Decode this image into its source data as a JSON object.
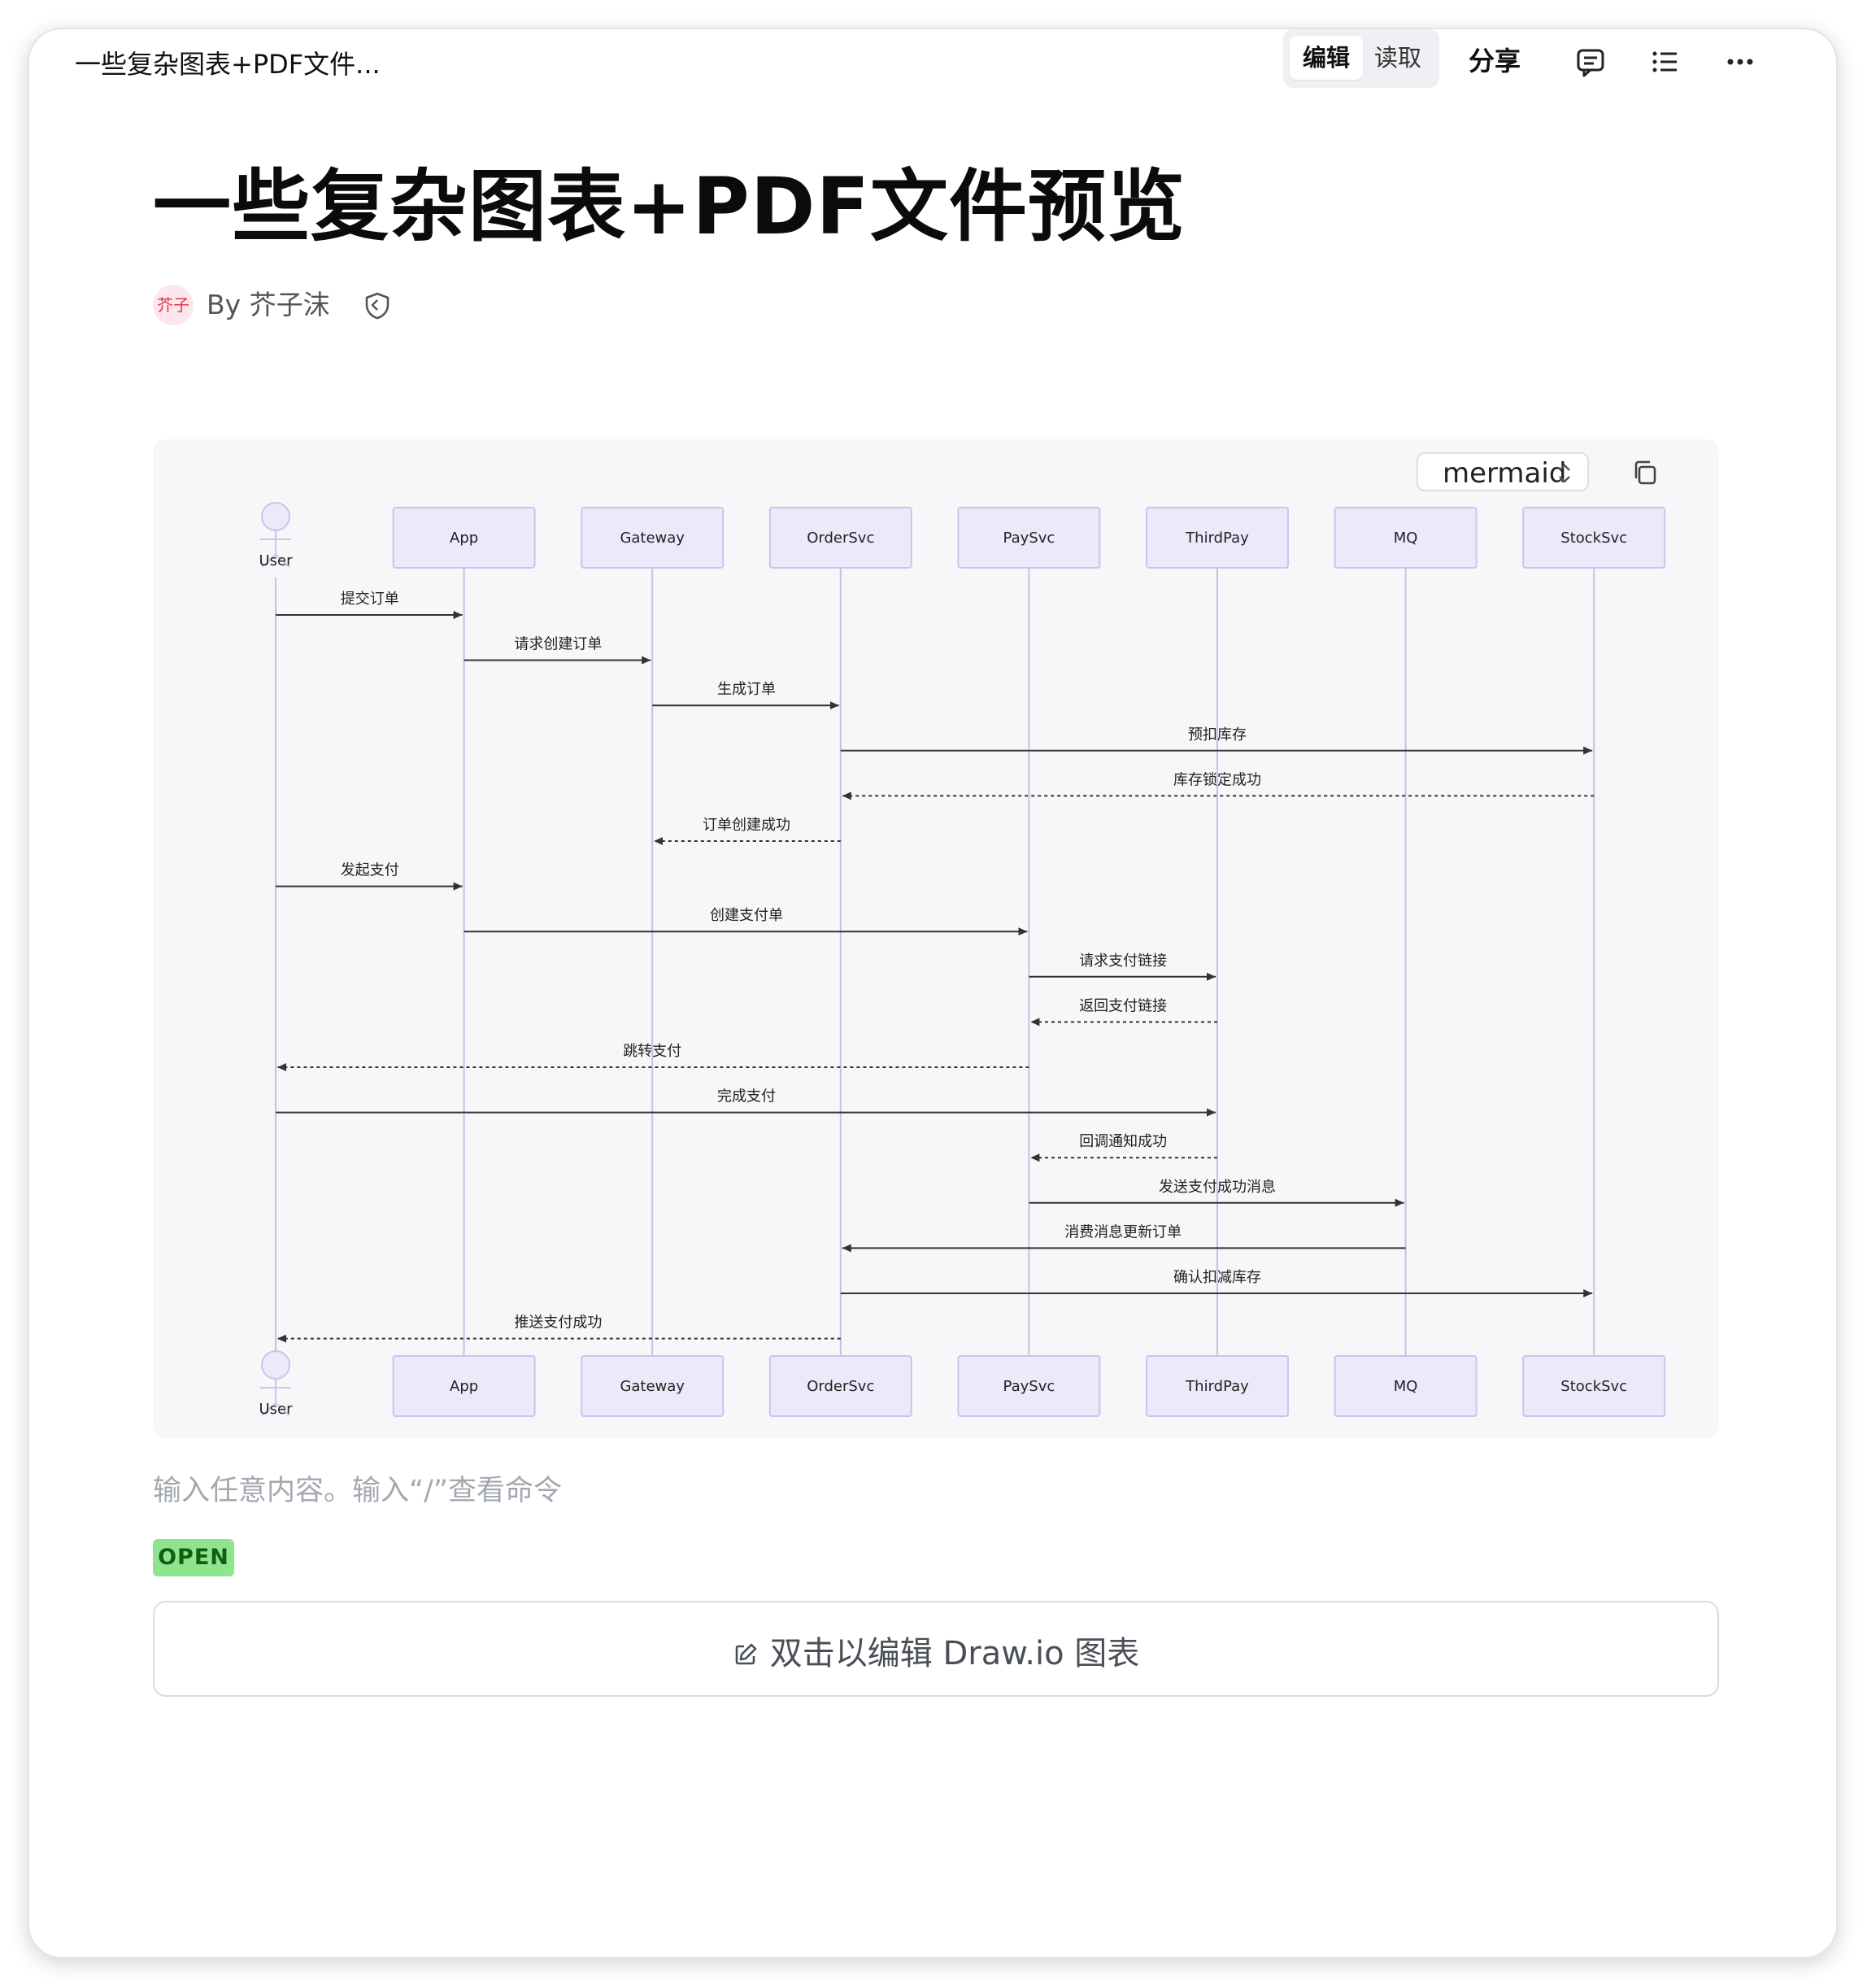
{
  "window": {
    "title": "一些复杂图表+PDF文件..."
  },
  "toolbar": {
    "edit_label": "编辑",
    "read_label": "读取",
    "share_label": "分享",
    "icons": [
      "comment-icon",
      "outline-list-icon",
      "more-icon"
    ]
  },
  "document": {
    "title": "一些复杂图表+PDF文件预览",
    "avatar_text": "芥子",
    "author": "By 芥子沫"
  },
  "code_block": {
    "language": "mermaid",
    "accent_color": "#ece9fb",
    "participants": [
      {
        "name": "User",
        "kind": "actor"
      },
      {
        "name": "App",
        "kind": "box"
      },
      {
        "name": "Gateway",
        "kind": "box"
      },
      {
        "name": "OrderSvc",
        "kind": "box"
      },
      {
        "name": "PaySvc",
        "kind": "box"
      },
      {
        "name": "ThirdPay",
        "kind": "box"
      },
      {
        "name": "MQ",
        "kind": "box"
      },
      {
        "name": "StockSvc",
        "kind": "box"
      }
    ],
    "messages": [
      {
        "from": "User",
        "to": "App",
        "label": "提交订单",
        "style": "solid"
      },
      {
        "from": "App",
        "to": "Gateway",
        "label": "请求创建订单",
        "style": "solid"
      },
      {
        "from": "Gateway",
        "to": "OrderSvc",
        "label": "生成订单",
        "style": "solid"
      },
      {
        "from": "OrderSvc",
        "to": "StockSvc",
        "label": "预扣库存",
        "style": "solid"
      },
      {
        "from": "StockSvc",
        "to": "OrderSvc",
        "label": "库存锁定成功",
        "style": "dashed"
      },
      {
        "from": "OrderSvc",
        "to": "Gateway",
        "label": "订单创建成功",
        "style": "dashed"
      },
      {
        "from": "User",
        "to": "App",
        "label": "发起支付",
        "style": "solid"
      },
      {
        "from": "App",
        "to": "PaySvc",
        "label": "创建支付单",
        "style": "solid"
      },
      {
        "from": "PaySvc",
        "to": "ThirdPay",
        "label": "请求支付链接",
        "style": "solid"
      },
      {
        "from": "ThirdPay",
        "to": "PaySvc",
        "label": "返回支付链接",
        "style": "dashed"
      },
      {
        "from": "PaySvc",
        "to": "User",
        "label": "跳转支付",
        "style": "dashed"
      },
      {
        "from": "User",
        "to": "ThirdPay",
        "label": "完成支付",
        "style": "solid"
      },
      {
        "from": "ThirdPay",
        "to": "PaySvc",
        "label": "回调通知成功",
        "style": "dashed"
      },
      {
        "from": "PaySvc",
        "to": "MQ",
        "label": "发送支付成功消息",
        "style": "solid"
      },
      {
        "from": "MQ",
        "to": "OrderSvc",
        "label": "消费消息更新订单",
        "style": "solid"
      },
      {
        "from": "OrderSvc",
        "to": "StockSvc",
        "label": "确认扣减库存",
        "style": "solid"
      },
      {
        "from": "OrderSvc",
        "to": "User",
        "label": "推送支付成功",
        "style": "dashed"
      }
    ]
  },
  "editor": {
    "placeholder": "输入任意内容。输入“/”查看命令"
  },
  "badge": {
    "label": "OPEN",
    "color": "#8ee58e"
  },
  "drawio": {
    "label": "双击以编辑 Draw.io 图表"
  }
}
